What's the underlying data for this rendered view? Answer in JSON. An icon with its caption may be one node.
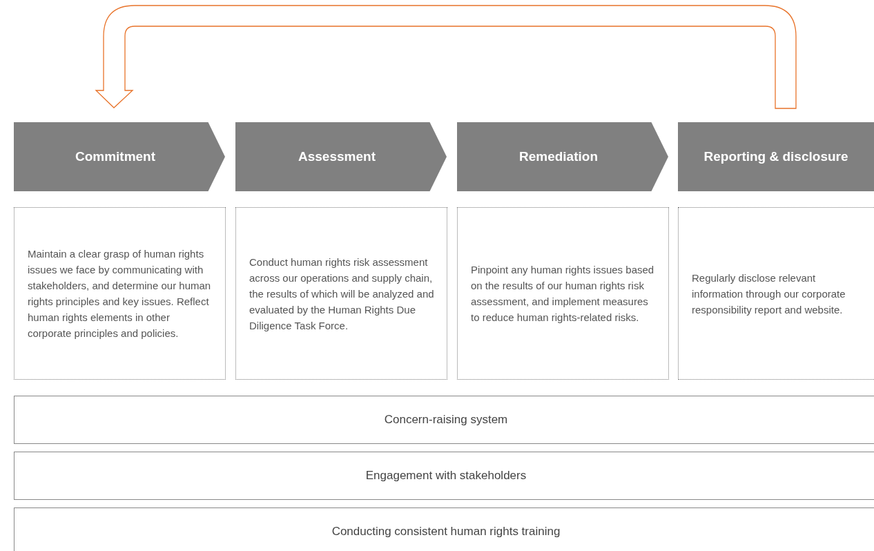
{
  "diagram": {
    "nodes": [
      {
        "text": [
          "Commitment"
        ]
      },
      {
        "text": [
          "Assessment"
        ]
      },
      {
        "text": [
          "Remediation"
        ]
      },
      {
        "text": [
          "Reporting & disclosure"
        ]
      },
      {
        "text": [
          "Maintain a clear grasp of human rights issues we face by communicating with stakeholders, and determine our human rights principles and key issues. Reflect human rights elements in other corporate principles and policies."
        ]
      },
      {
        "text": [
          "Conduct human rights risk assessment across our operations and supply chain, the results of which will be analyzed and evaluated by the Human Rights Due Diligence Task Force."
        ]
      },
      {
        "text": [
          "Pinpoint any human rights issues based on the results of our human rights risk assessment, and implement measures to reduce human rights-related risks."
        ]
      },
      {
        "text": [
          "Regularly disclose relevant information through our corporate responsibility report and website."
        ]
      },
      {
        "text": [
          "Concern-raising system"
        ]
      },
      {
        "text": [
          "Engagement with stakeholders"
        ]
      },
      {
        "text": [
          "Conducting consistent human rights training"
        ]
      }
    ],
    "edges": [
      {
        "from": 3,
        "to": 0,
        "arrow": "to",
        "color": "#e8732a"
      }
    ]
  }
}
